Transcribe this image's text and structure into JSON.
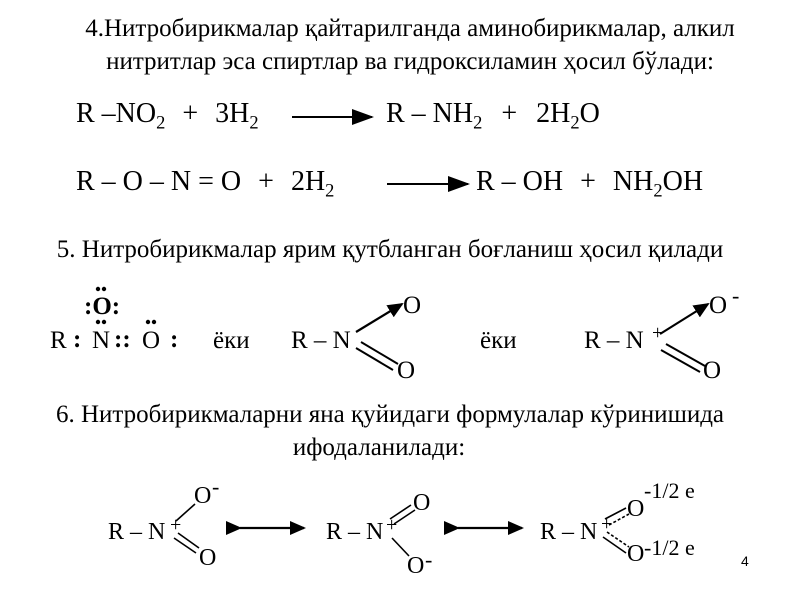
{
  "section4": {
    "line1": "4.Нитробирикмалар қайтарилганда аминобирикмалар, алкил",
    "line2": "нитритлар эса спиртлар ва гидроксиламин ҳосил бўлади:"
  },
  "eq1": {
    "lhs_r": "R –NO",
    "lhs_r_sub": "2",
    "plus1": "+",
    "h_coef": "3H",
    "h_sub": "2",
    "rhs_r": "R – NH",
    "rhs_r_sub": "2",
    "plus2": "+",
    "water": "2H",
    "water_sub": "2",
    "water_o": "O"
  },
  "eq2": {
    "lhs": "R – O – N = O",
    "plus1": "+",
    "h_coef": "2H",
    "h_sub": "2",
    "rhs_r": "R – OH",
    "plus2": "+",
    "nh2oh_a": "NH",
    "nh2oh_sub": "2",
    "nh2oh_b": "OH"
  },
  "section5": {
    "title": "5. Нитробирикмалар ярим қутбланган боғланиш ҳосил қилади",
    "lewis_top": ":O:",
    "lewis_r": "R",
    "lewis_colon1": ":",
    "lewis_n": "N",
    "lewis_colon2": "::",
    "lewis_o": "O",
    "lewis_colon3": ":",
    "or1": "ёки",
    "s2_r": "R – N",
    "s2_o_top": "O",
    "s2_o_bot": "O",
    "or2": "ёки",
    "s3_r": "R – N",
    "s3_plus": "+",
    "s3_o_top": "O",
    "s3_minus": "-",
    "s3_o_bot": "O"
  },
  "section6": {
    "line1": "6. Нитробирикмаларни яна қуйидаги формулалар кўринишида",
    "line2": "ифодаланилади:",
    "f1_r": "R – N",
    "f1_plus": "+",
    "f1_o_top": "O",
    "f1_minus": "-",
    "f1_o_bot": "O",
    "f2_r": "R – N",
    "f2_plus": "+",
    "f2_o_top": "O",
    "f2_o_bot": "O",
    "f2_minus": "-",
    "f3_r": "R – N",
    "f3_plus": "+",
    "f3_o_top": "O",
    "f3_charge_top": "-1/2 e",
    "f3_o_bot": "O",
    "f3_charge_bot": "-1/2 e"
  },
  "page_number": "4"
}
